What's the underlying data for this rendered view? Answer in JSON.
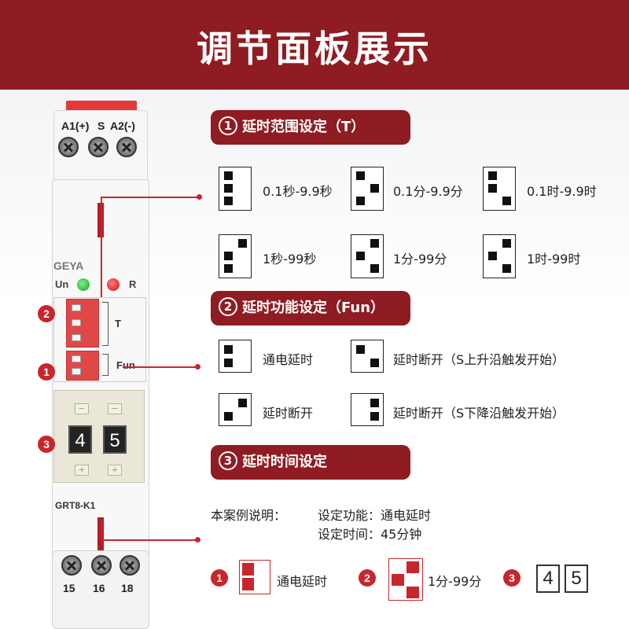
{
  "header": {
    "title": "调节面板展示"
  },
  "device": {
    "terminals_top": [
      "A1(+)",
      "S",
      "A2(-)"
    ],
    "brand": "GEYA",
    "led_un": "Un",
    "led_r": "R",
    "dip_T": "T",
    "dip_Fun": "Fun",
    "digit_tens": "4",
    "digit_units": "5",
    "model": "GRT8-K1",
    "terminals_bottom": [
      "15",
      "16",
      "18"
    ]
  },
  "callouts": {
    "c1": "1",
    "c2": "2",
    "c3": "3"
  },
  "sections": {
    "range": {
      "num": "1",
      "title": "延时范围设定（T）"
    },
    "func": {
      "num": "2",
      "title": "延时功能设定（Fun）"
    },
    "time": {
      "num": "3",
      "title": "延时时间设定"
    }
  },
  "range_options": [
    "0.1秒-9.9秒",
    "0.1分-9.9分",
    "0.1时-9.9时",
    "1秒-99秒",
    "1分-99分",
    "1时-99时"
  ],
  "func_options": [
    "通电延时",
    "延时断开（S上升沿触发开始）",
    "延时断开",
    "延时断开（S下降沿触发开始）"
  ],
  "example": {
    "heading": "本案例说明：",
    "func_label": "设定功能：通电延时",
    "time_label": "设定时间：45分钟",
    "r1": "1",
    "r1_text": "通电延时",
    "r2": "2",
    "r2_text": "1分-99分",
    "r3": "3",
    "d1": "4",
    "d2": "5"
  },
  "colors": {
    "brand_red": "#8f1c22",
    "accent_red": "#c8262c"
  }
}
